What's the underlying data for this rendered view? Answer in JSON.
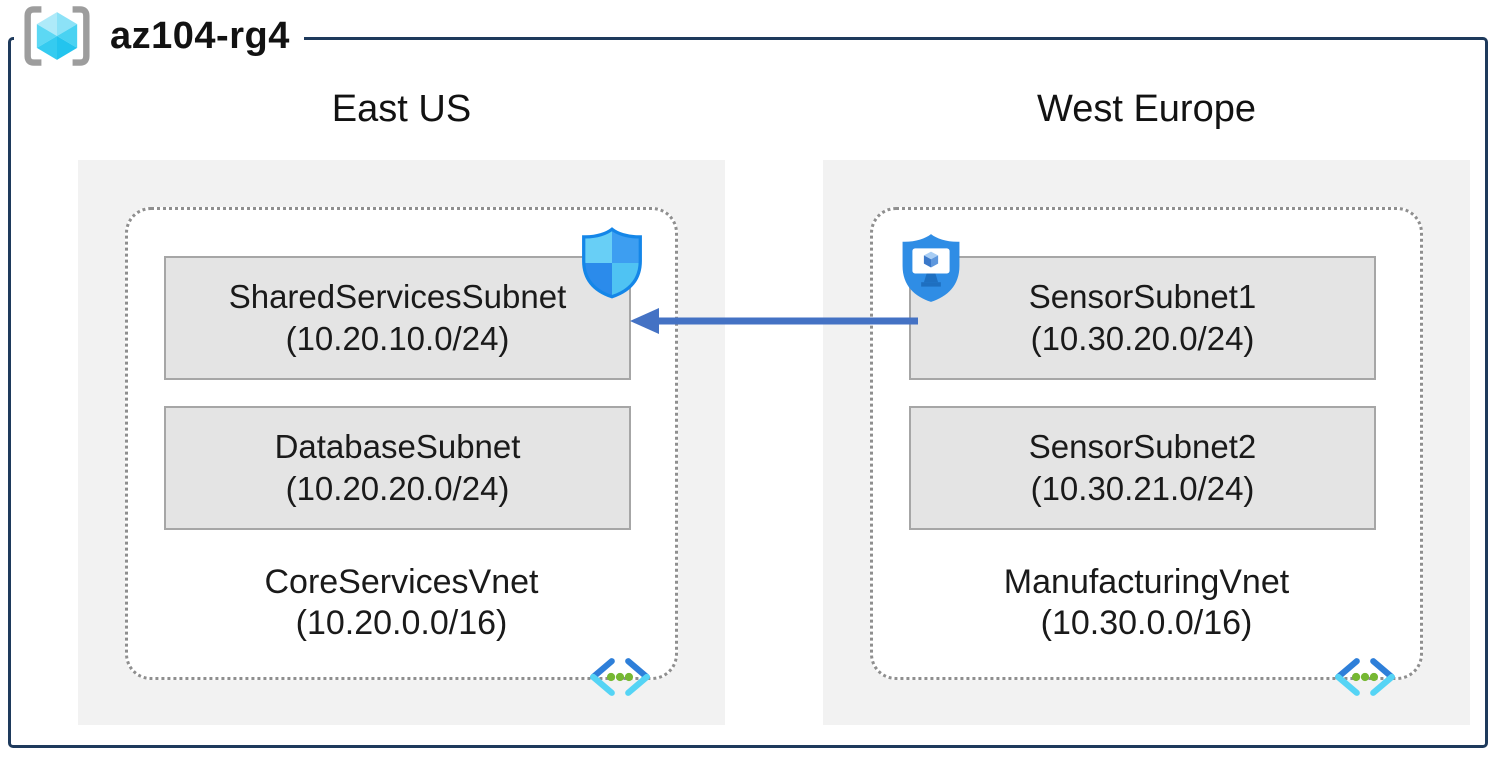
{
  "resource_group": {
    "name": "az104-rg4"
  },
  "regions": [
    {
      "label": "East US",
      "vnet": {
        "name": "CoreServicesVnet",
        "cidr": "(10.20.0.0/16)"
      },
      "subnets": [
        {
          "name": "SharedServicesSubnet",
          "cidr": "(10.20.10.0/24)"
        },
        {
          "name": "DatabaseSubnet",
          "cidr": "(10.20.20.0/24)"
        }
      ]
    },
    {
      "label": "West Europe",
      "vnet": {
        "name": "ManufacturingVnet",
        "cidr": "(10.30.0.0/16)"
      },
      "subnets": [
        {
          "name": "SensorSubnet1",
          "cidr": "(10.30.20.0/24)"
        },
        {
          "name": "SensorSubnet2",
          "cidr": "(10.30.21.0/24)"
        }
      ]
    }
  ],
  "connections": [
    {
      "type": "arrow",
      "from": "SensorSubnet1",
      "to": "SharedServicesSubnet"
    }
  ],
  "icons": {
    "resource_group": "resource-group-brackets-cube",
    "nsg": "network-security-group-shield",
    "asg": "application-security-group-shield",
    "vnet": "virtual-network-chevrons"
  },
  "colors": {
    "frame": "#1e3a5c",
    "region-bg": "#f2f2f2",
    "subnet-bg": "#e4e4e4",
    "subnet-border": "#a6a6a6",
    "dash": "#8f8f8f",
    "arrow": "#4472c4",
    "text": "#1a1a1a"
  }
}
